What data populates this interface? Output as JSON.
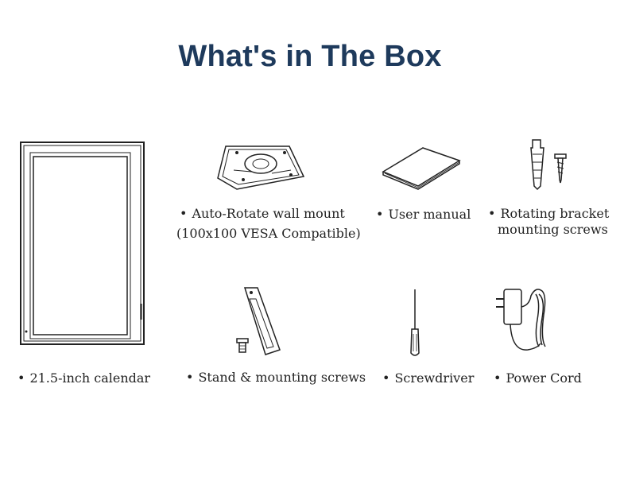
{
  "page": {
    "title": "What's in The Box"
  },
  "items": [
    {
      "icon": "calendar-display-icon",
      "label": "21.5-inch calendar"
    },
    {
      "icon": "wall-mount-icon",
      "label_line1": "Auto-Rotate wall mount",
      "label_line2": "(100x100 VESA Compatible)"
    },
    {
      "icon": "manual-icon",
      "label": "User manual"
    },
    {
      "icon": "screws-icon",
      "label_line1": "Rotating bracket",
      "label_line2": "mounting screws"
    },
    {
      "icon": "stand-icon",
      "label": "Stand & mounting screws"
    },
    {
      "icon": "screwdriver-icon",
      "label": "Screwdriver"
    },
    {
      "icon": "power-cord-icon",
      "label": "Power Cord"
    }
  ],
  "bullet": "•"
}
